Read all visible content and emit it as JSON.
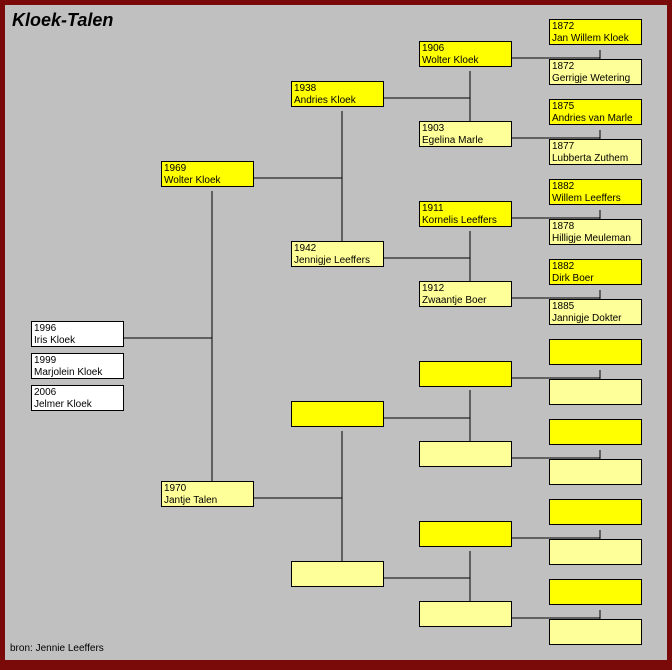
{
  "title": "Kloek-Talen",
  "source": "bron: Jennie Leeffers",
  "colors": {
    "frame": "#7a0a0a",
    "background": "#c0c0c0",
    "male": "#ffff00",
    "female": "#ffff99",
    "child": "#ffffff"
  },
  "children": [
    {
      "year": "1996",
      "name": "Iris Kloek"
    },
    {
      "year": "1999",
      "name": "Marjolein Kloek"
    },
    {
      "year": "2006",
      "name": "Jelmer Kloek"
    }
  ],
  "parents": {
    "father": {
      "year": "1969",
      "name": "Wolter Kloek"
    },
    "mother": {
      "year": "1970",
      "name": "Jantje Talen"
    }
  },
  "grandparents": {
    "father_father": {
      "year": "1938",
      "name": "Andries Kloek"
    },
    "father_mother": {
      "year": "1942",
      "name": "Jennigje Leeffers"
    },
    "mother_father": {
      "year": "",
      "name": ""
    },
    "mother_mother": {
      "year": "",
      "name": ""
    }
  },
  "great_grandparents": [
    {
      "year": "1906",
      "name": "Wolter Kloek"
    },
    {
      "year": "1903",
      "name": "Egelina Marle"
    },
    {
      "year": "1911",
      "name": "Kornelis Leeffers"
    },
    {
      "year": "1912",
      "name": "Zwaantje Boer"
    },
    {
      "year": "",
      "name": ""
    },
    {
      "year": "",
      "name": ""
    },
    {
      "year": "",
      "name": ""
    },
    {
      "year": "",
      "name": ""
    }
  ],
  "great_great_grandparents": [
    {
      "year": "1872",
      "name": "Jan Willem Kloek"
    },
    {
      "year": "1872",
      "name": "Gerrigje Wetering"
    },
    {
      "year": "1875",
      "name": "Andries van Marle"
    },
    {
      "year": "1877",
      "name": "Lubberta Zuthem"
    },
    {
      "year": "1882",
      "name": "Willem Leeffers"
    },
    {
      "year": "1878",
      "name": "Hilligje Meuleman"
    },
    {
      "year": "1882",
      "name": "Dirk Boer"
    },
    {
      "year": "1885",
      "name": "Jannigje Dokter"
    },
    {
      "year": "",
      "name": ""
    },
    {
      "year": "",
      "name": ""
    },
    {
      "year": "",
      "name": ""
    },
    {
      "year": "",
      "name": ""
    },
    {
      "year": "",
      "name": ""
    },
    {
      "year": "",
      "name": ""
    },
    {
      "year": "",
      "name": ""
    },
    {
      "year": "",
      "name": ""
    }
  ]
}
